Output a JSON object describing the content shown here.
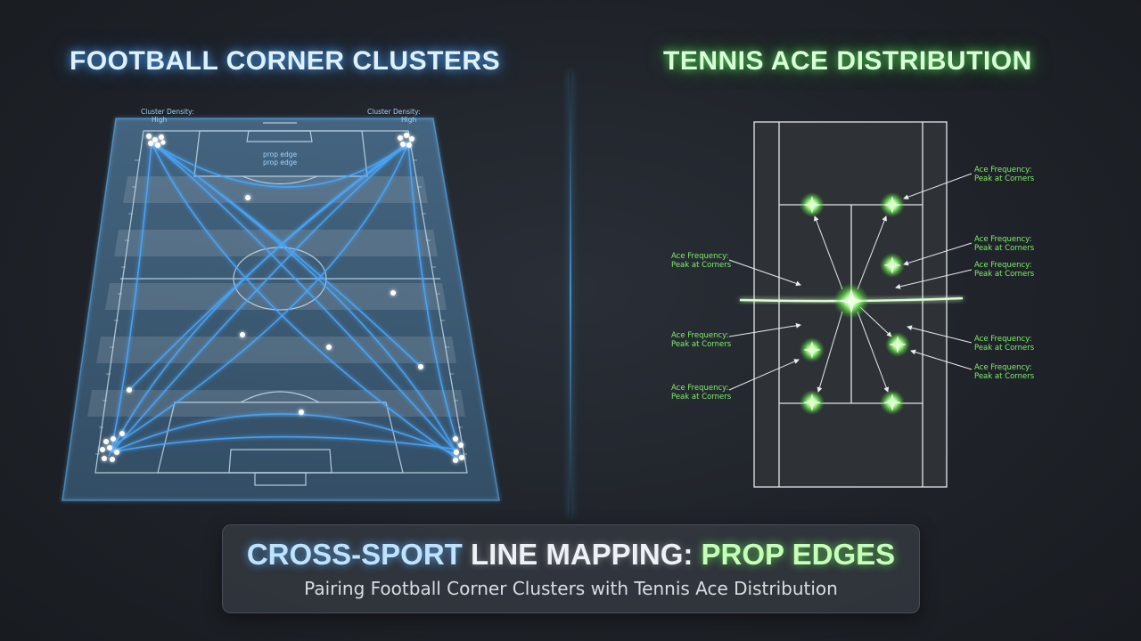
{
  "left_panel": {
    "title": "FOOTBALL CORNER CLUSTERS",
    "density_label_left": "Cluster Density:",
    "density_value_left": "High",
    "density_label_right": "Cluster Density:",
    "density_value_right": "High",
    "center_label_1": "prop edge",
    "center_label_2": "prop edge",
    "accent_color": "#4aa8ff"
  },
  "right_panel": {
    "title": "TENNIS ACE DISTRIBUTION",
    "annotation_line1": "Ace Frequency:",
    "annotation_line2": "Peak at Corners",
    "accent_color": "#6cf05a"
  },
  "banner": {
    "title_part1": "CROSS-SPORT",
    "title_part2": " LINE MAPPING: ",
    "title_part3": "PROP EDGES",
    "subtitle": "Pairing Football Corner Clusters with Tennis Ace Distribution"
  }
}
